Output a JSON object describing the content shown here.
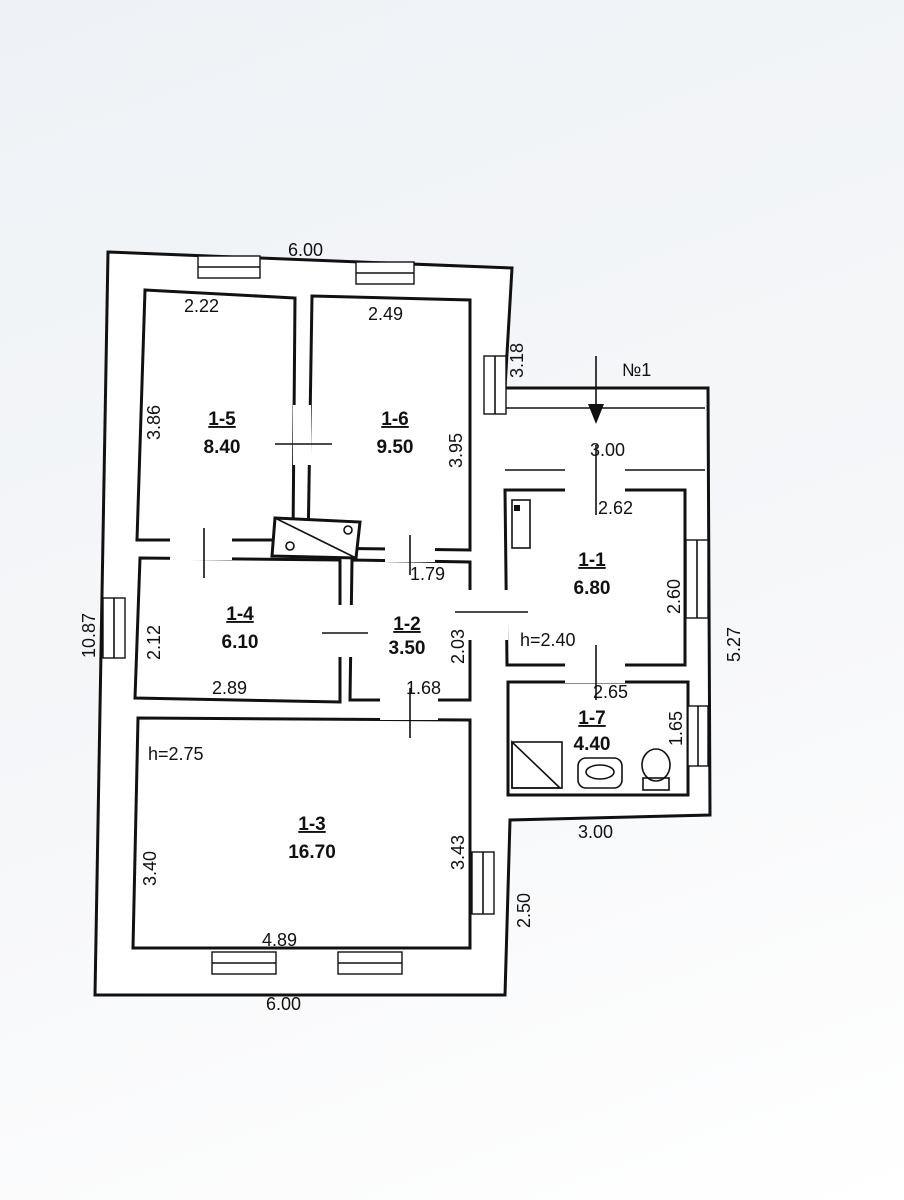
{
  "plan_label": "№1",
  "rooms": [
    {
      "id": "1-5",
      "area": "8.40"
    },
    {
      "id": "1-6",
      "area": "9.50"
    },
    {
      "id": "1-1",
      "area": "6.80"
    },
    {
      "id": "1-4",
      "area": "6.10"
    },
    {
      "id": "1-2",
      "area": "3.50"
    },
    {
      "id": "1-7",
      "area": "4.40"
    },
    {
      "id": "1-3",
      "area": "16.70"
    }
  ],
  "heights": [
    "h=2.40",
    "h=2.75"
  ],
  "dimensions": [
    "6.00",
    "2.22",
    "2.49",
    "3.18",
    "3.86",
    "3.95",
    "3.00",
    "2.62",
    "2.60",
    "5.27",
    "1.79",
    "2.12",
    "10.87",
    "2.03",
    "2.89",
    "1.68",
    "2.65",
    "1.65",
    "3.00",
    "3.40",
    "3.43",
    "2.50",
    "4.89",
    "6.00"
  ]
}
